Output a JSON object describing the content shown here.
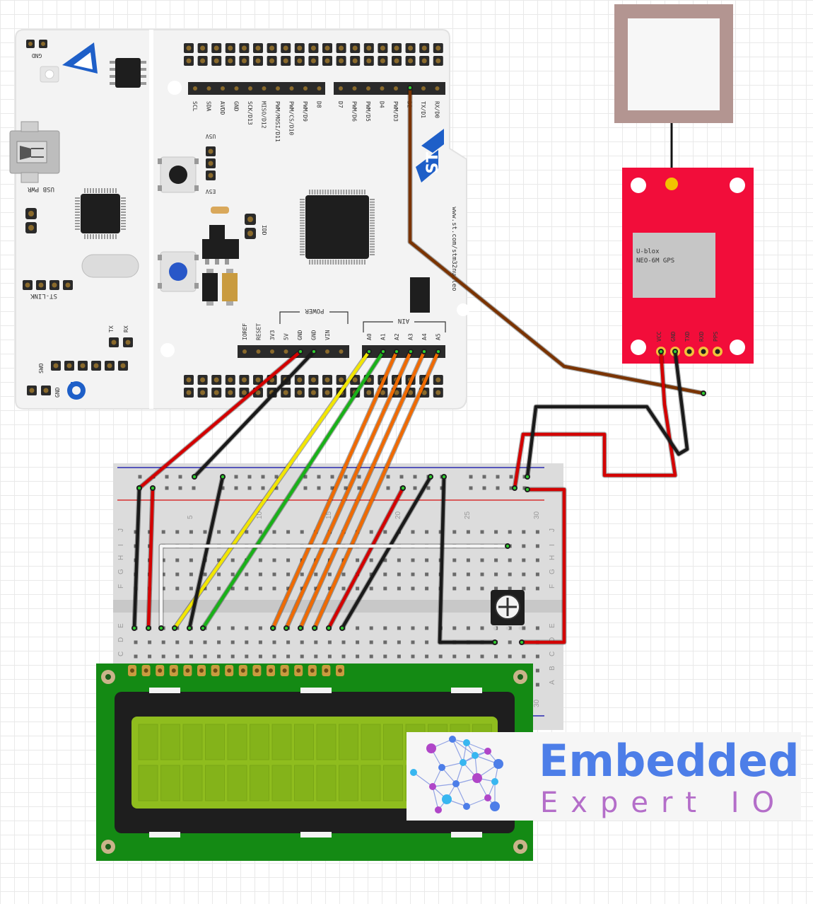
{
  "board": {
    "vendor_logo_text": "ST",
    "url": "www.st.com/stm32nucleo",
    "labels": {
      "gnd_top": "GND",
      "usb_pwr": "USB PWR",
      "st_link": "ST-LINK",
      "tx": "TX",
      "rx": "RX",
      "swo": "SWO",
      "gnd_bottom": "GND",
      "u5v": "U5V",
      "e5v": "E5V",
      "idd": "IDD",
      "power": "POWER",
      "ain": "AIN"
    },
    "top_left_header": [
      "SCL",
      "SDA",
      "AVDD",
      "GND",
      "SCK/D13",
      "MISO/D12",
      "PWM/MOSI/D11",
      "PWM/CS/D10",
      "PWM/D9",
      "D8"
    ],
    "top_right_header": [
      "D7",
      "PWM/D6",
      "PWM/D5",
      "D4",
      "PWM/D3",
      "D2",
      "TX/D1",
      "RX/D0"
    ],
    "power_header": [
      "IOREF",
      "RESET",
      "3V3",
      "5V",
      "GND",
      "GND",
      "VIN"
    ],
    "analog_header": [
      "A0",
      "A1",
      "A2",
      "A3",
      "A4",
      "A5"
    ]
  },
  "gps": {
    "label_line1": "U-blox",
    "label_line2": "NEO-6M GPS",
    "pins": [
      "VCC",
      "GND",
      "TXD",
      "RXD",
      "PPS"
    ]
  },
  "breadboard": {
    "column_numbers": [
      "5",
      "10",
      "15",
      "20",
      "25",
      "30"
    ],
    "row_letters_top": [
      "J",
      "I",
      "H",
      "G",
      "F"
    ],
    "row_letters_bottom": [
      "E",
      "D",
      "C",
      "B",
      "A"
    ],
    "bottom_number": "30"
  },
  "brand": {
    "line1": "Embedded",
    "line2": "Expert IO",
    "color_primary": "#4d7ee8",
    "color_secondary": "#b46ec9"
  },
  "wire_colors": {
    "red": "#d30000",
    "black": "#1a1a1a",
    "yellow": "#f2e600",
    "green": "#19b119",
    "orange": "#f06a00",
    "brown": "#7a3300",
    "white": "#f4f4f4"
  },
  "lcd_pin_count": 16
}
